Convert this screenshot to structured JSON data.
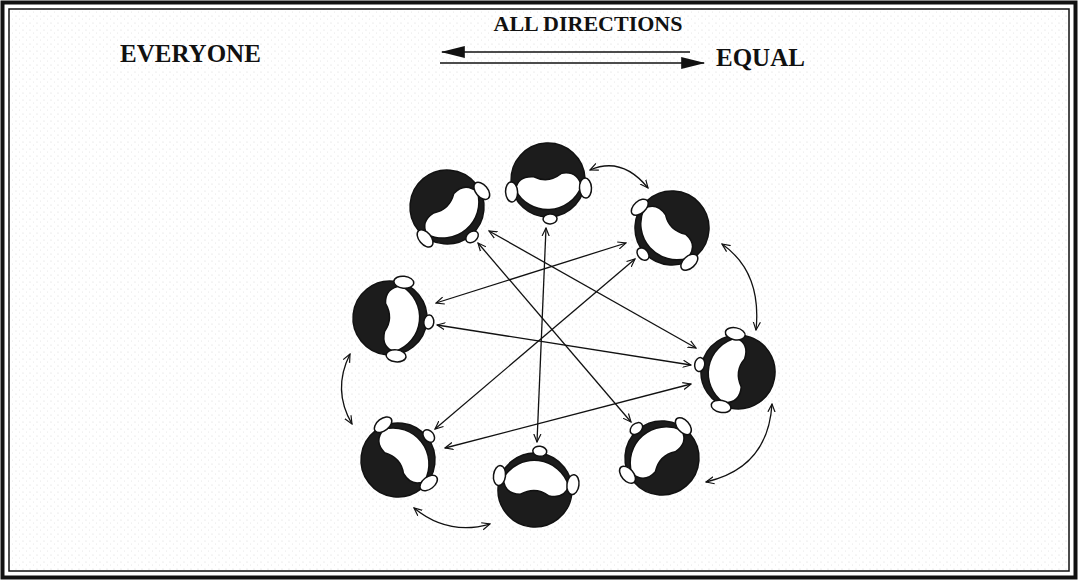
{
  "diagram": {
    "labels": [
      "ALL DIRECTIONS",
      "EVERYONE",
      "EQUAL"
    ]
  }
}
